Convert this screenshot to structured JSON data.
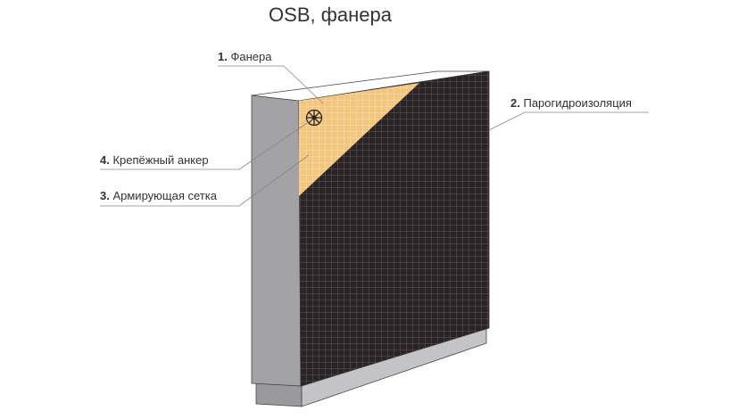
{
  "title": "OSB, фанера",
  "labels": [
    {
      "num": "1.",
      "text": "Фанера"
    },
    {
      "num": "2.",
      "text": "Пароги­дроизоляция"
    },
    {
      "num": "3.",
      "text": "Армирующая сетка"
    },
    {
      "num": "4.",
      "text": "Крепёжный анкер"
    }
  ],
  "colors": {
    "plywood": "#f3c67f",
    "membrane": "#2a2426",
    "wall_side": "#a3a3a5",
    "base": "#c4c4c6",
    "top": "#ffffff"
  },
  "icons": {
    "anchor": "anchor-wheel-icon"
  }
}
